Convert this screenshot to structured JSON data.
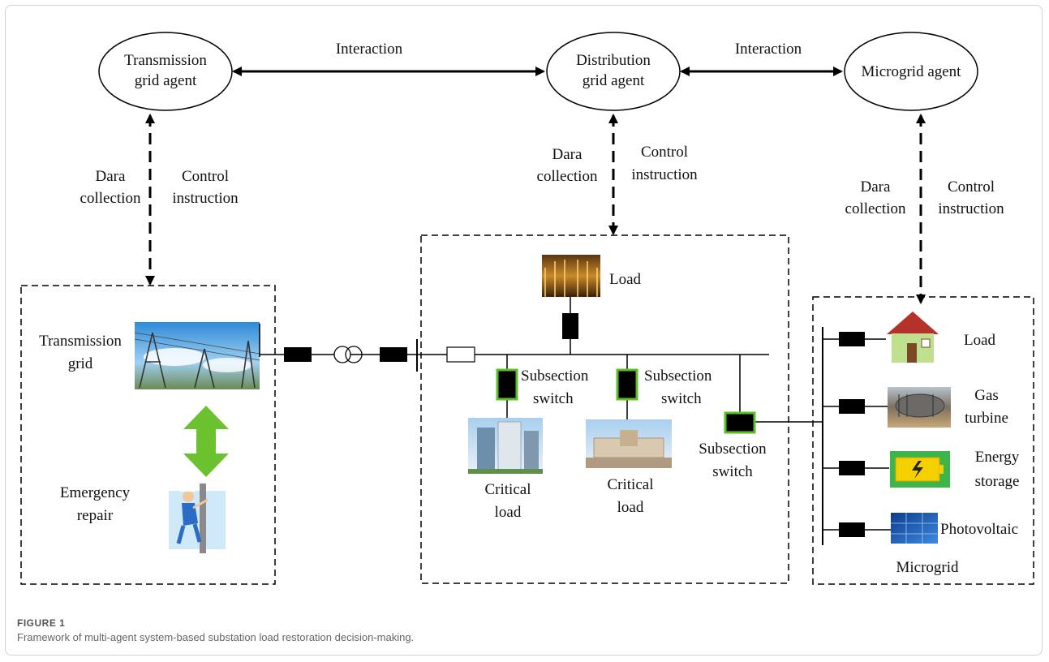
{
  "agents": {
    "transmission": [
      "Transmission",
      "grid agent"
    ],
    "distribution": [
      "Distribution",
      "grid agent"
    ],
    "microgrid": [
      "Microgrid agent"
    ]
  },
  "links": {
    "interaction_left": "Interaction",
    "interaction_right": "Interaction",
    "data_collection": [
      "Dara",
      "collection"
    ],
    "control_instruction": [
      "Control",
      "instruction"
    ]
  },
  "transmission_box": {
    "grid_label": [
      "Transmission",
      "grid"
    ],
    "repair_label": [
      "Emergency",
      "repair"
    ]
  },
  "distribution_box": {
    "load_label": "Load",
    "subsection_switch": [
      "Subsection",
      "switch"
    ],
    "critical_load": [
      "Critical",
      "load"
    ]
  },
  "microgrid_box": {
    "load_label": "Load",
    "gas_turbine": [
      "Gas",
      "turbine"
    ],
    "energy_storage": [
      "Energy",
      "storage"
    ],
    "photovoltaic": "Photovoltaic",
    "title": "Microgrid"
  },
  "figure": {
    "label": "FIGURE 1",
    "caption": "Framework of multi-agent system-based substation load restoration decision-making."
  },
  "colors": {
    "switch_fill": "#000000",
    "subsection_border": "#5cbf2a",
    "arrow_green": "#6cc22e",
    "battery_green": "#3cb54a",
    "battery_yellow": "#f5d000"
  }
}
